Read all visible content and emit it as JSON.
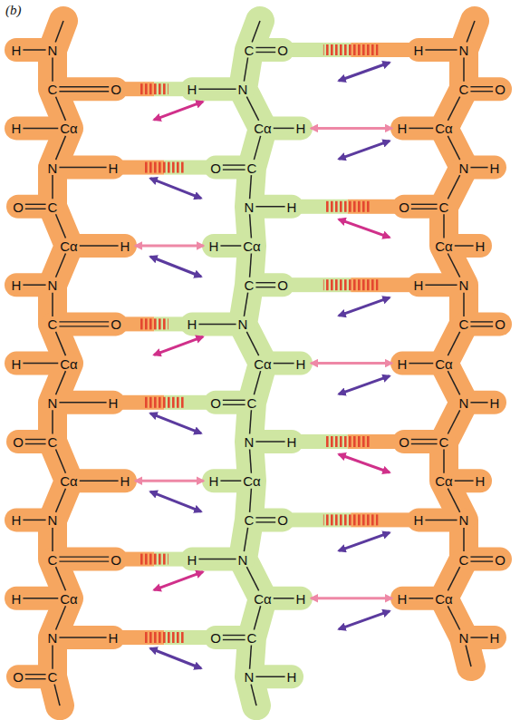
{
  "diagram": {
    "labels": [
      "(b)",
      "H",
      "N",
      "C",
      "O",
      "H",
      "Cα",
      "N",
      "H",
      "O",
      "C",
      "Cα",
      "H",
      "H",
      "N",
      "C",
      "O",
      "H",
      "Cα",
      "N",
      "H",
      "O",
      "C",
      "Cα",
      "H",
      "H",
      "N",
      "C",
      "O",
      "H",
      "Cα",
      "N",
      "H",
      "O",
      "C",
      "C",
      "O",
      "H",
      "N",
      "Cα",
      "H",
      "O",
      "C",
      "N",
      "H",
      "H",
      "Cα",
      "C",
      "O",
      "H",
      "N",
      "Cα",
      "H",
      "O",
      "C",
      "N",
      "H",
      "H",
      "Cα",
      "C",
      "O",
      "H",
      "N",
      "Cα",
      "H",
      "O",
      "C",
      "N",
      "H",
      "H",
      "N",
      "C",
      "O",
      "H",
      "Cα",
      "N",
      "H",
      "O",
      "C",
      "Cα",
      "H",
      "H",
      "N",
      "C",
      "O",
      "H",
      "Cα",
      "N",
      "H",
      "O",
      "C",
      "Cα",
      "H",
      "H",
      "N",
      "C",
      "O",
      "H",
      "Cα",
      "N",
      "H"
    ]
  }
}
